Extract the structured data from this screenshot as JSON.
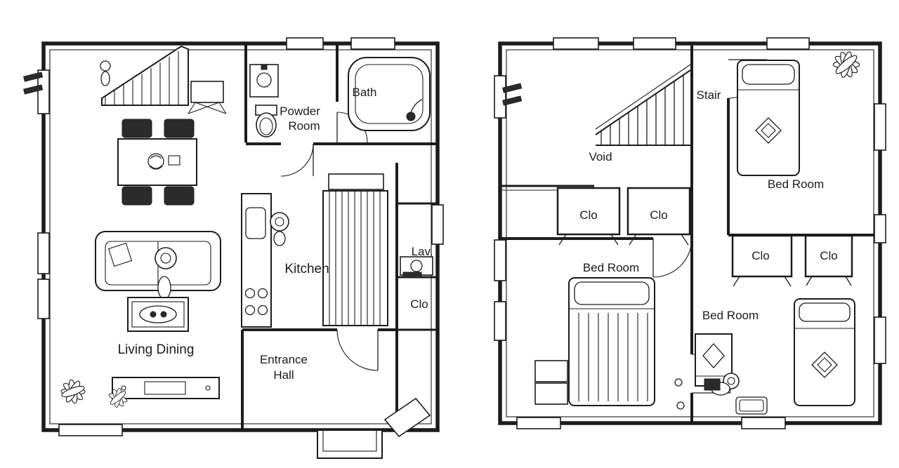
{
  "drawing": {
    "line_color": "#1c1c1c",
    "background": "#ffffff"
  },
  "floor1": {
    "labels": {
      "bath": "Bath",
      "powder_line1": "Powder",
      "powder_line2": "Room",
      "kitchen": "Kitchen",
      "lav": "Lav.",
      "clo": "Clo",
      "living_dining": "Living Dining",
      "entrance_line1": "Entrance",
      "entrance_line2": "Hall"
    }
  },
  "floor2": {
    "labels": {
      "stair": "Stair",
      "void": "Void",
      "clo_left_1": "Clo",
      "clo_left_2": "Clo",
      "bedroom_top": "Bed Room",
      "clo_right_1": "Clo",
      "clo_right_2": "Clo",
      "bedroom_left": "Bed Room",
      "bedroom_bottom": "Bed Room"
    }
  }
}
